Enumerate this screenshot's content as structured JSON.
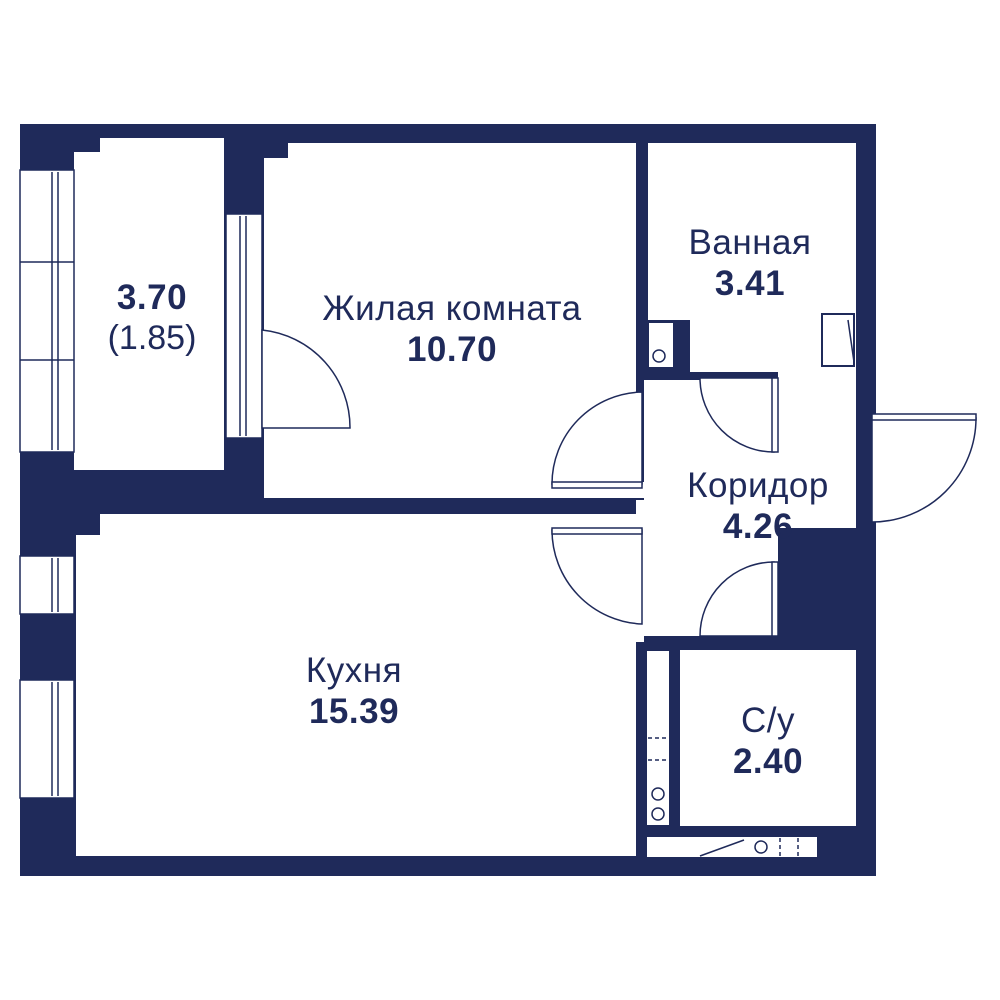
{
  "colors": {
    "wall": "#1f2a5a",
    "line": "#1f2a5a",
    "background": "#ffffff"
  },
  "rooms": {
    "loggia": {
      "area": "3.70",
      "reduced_area": "(1.85)"
    },
    "living": {
      "name": "Жилая комната",
      "area": "10.70"
    },
    "bath": {
      "name": "Ванная",
      "area": "3.41"
    },
    "corridor": {
      "name": "Коридор",
      "area": "4.26"
    },
    "kitchen": {
      "name": "Кухня",
      "area": "15.39"
    },
    "wc": {
      "name": "С/у",
      "area": "2.40"
    }
  }
}
